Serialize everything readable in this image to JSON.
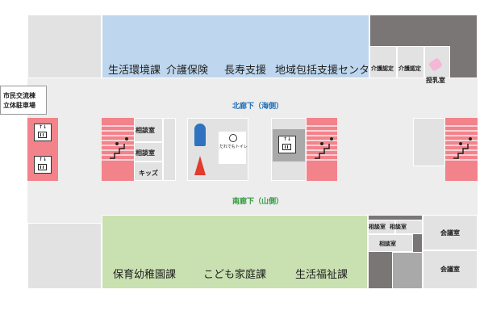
{
  "corridors": {
    "north": "北廊下（海側）",
    "south": "南廊下（山側）"
  },
  "north_block": {
    "labels": [
      "生活環境課",
      "介護保険",
      "長寿支援",
      "地域包括支援センター"
    ]
  },
  "south_block": {
    "labels": [
      "保育幼稚園課",
      "こども家庭課",
      "生活福祉課"
    ]
  },
  "small_rooms": {
    "kaigo_nintei_1": "介護認定",
    "kaigo_nintei_2": "介護認定",
    "junyushitsu": "授乳室",
    "parking": "市民交流棟\n立体駐車場",
    "soudan_1": "相談室",
    "soudan_2": "相談室",
    "kids": "キッズ",
    "toilet_sign": "だれでもトイレ",
    "soudan_3": "相談室",
    "soudan_4": "相談室",
    "soudan_5": "相談室",
    "kaigi_1": "会議室",
    "kaigi_2": "会議室"
  },
  "colors": {
    "blue_block": "#bed7ee",
    "green_block": "#c9e0b0",
    "gray_room": "#e2e2e2",
    "corridor": "#ededed",
    "dark_room": "#7a7676",
    "mid_room": "#a9a9a9",
    "pink": "#f3838b",
    "north_text": "#1e6fb6",
    "south_text": "#2f9a3c"
  }
}
